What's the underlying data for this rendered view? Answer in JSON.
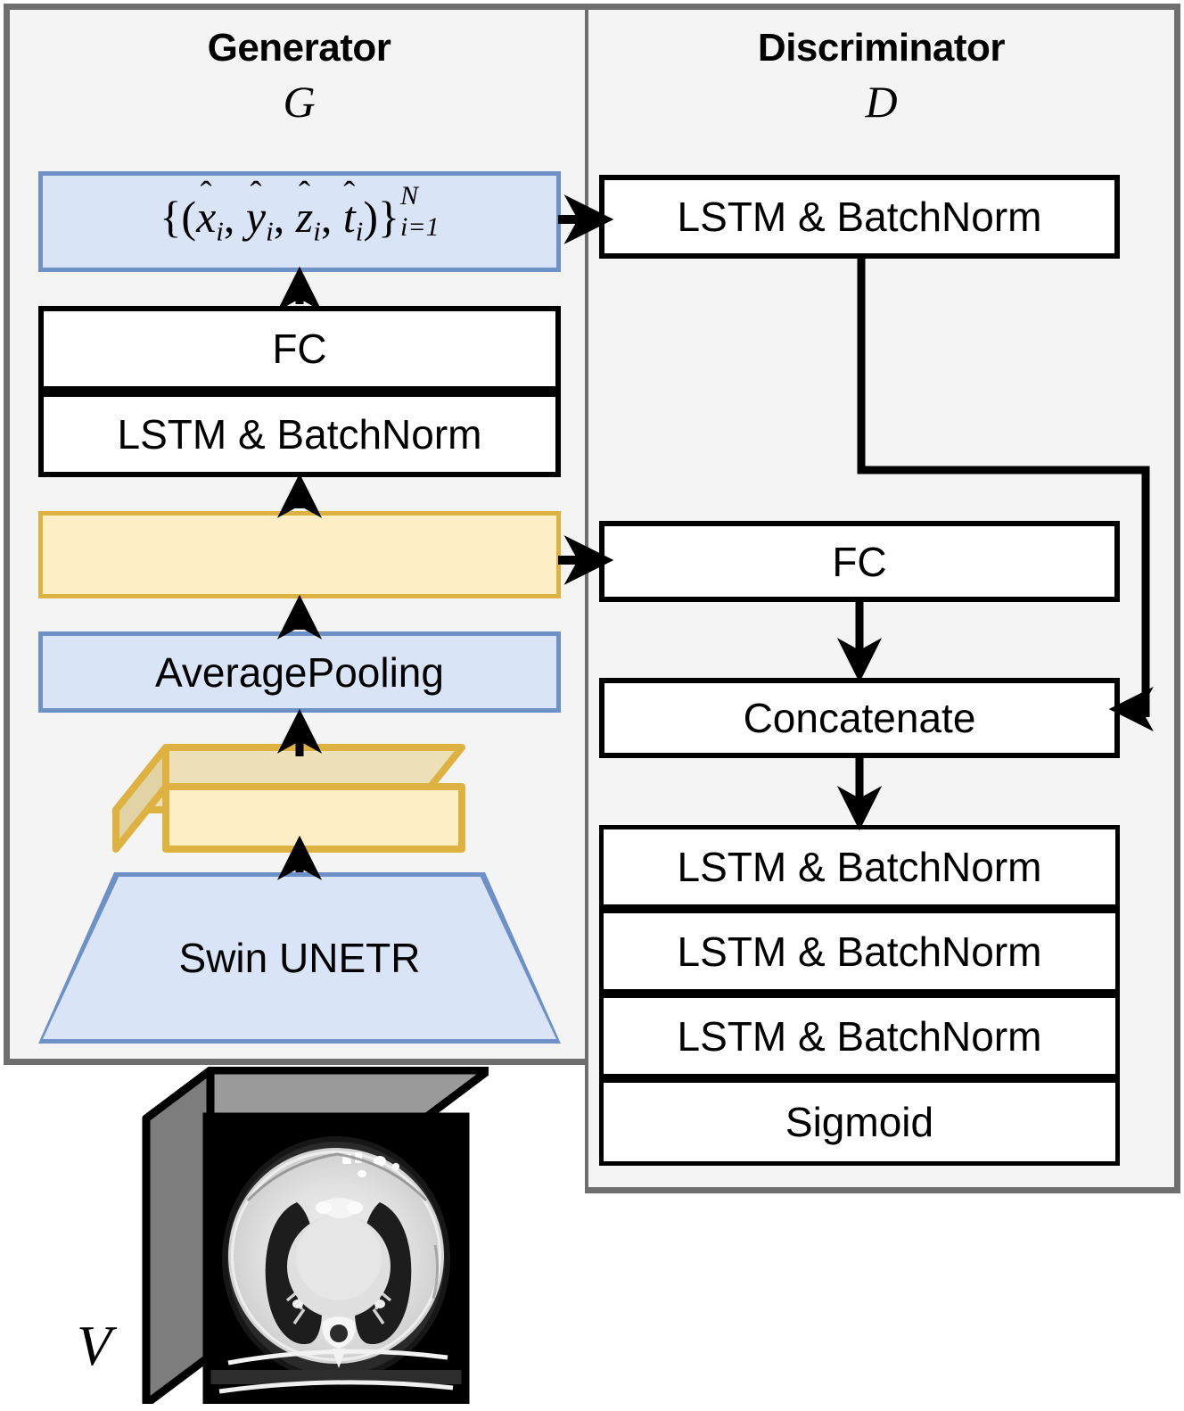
{
  "generator": {
    "title": "Generator",
    "symbol": "G",
    "output_box": {
      "label": "{(x̂i, ŷi, ẑi, t̂i)}N i=1",
      "parts": {
        "open": "{(",
        "x": "x",
        "y": "y",
        "z": "z",
        "t": "t",
        "close": ")}",
        "sup": "N",
        "sub": "i=1",
        "idx": "i",
        "hat": "^",
        "comma": ","
      }
    },
    "blocks": [
      {
        "name": "fc",
        "label": "FC",
        "style": "white"
      },
      {
        "name": "lstm-batchnorm",
        "label": "LSTM & BatchNorm",
        "style": "white"
      },
      {
        "name": "feature-bar",
        "label": "",
        "style": "yellow"
      },
      {
        "name": "average-pooling",
        "label": "AveragePooling",
        "style": "blue"
      },
      {
        "name": "feature-volume-slab",
        "label": "",
        "style": "yellow-3d"
      },
      {
        "name": "swin-unetr",
        "label": "Swin UNETR",
        "style": "blue-trapezoid"
      }
    ]
  },
  "discriminator": {
    "title": "Discriminator",
    "symbol": "D",
    "blocks": [
      {
        "name": "lstm-batchnorm-top",
        "label": "LSTM & BatchNorm"
      },
      {
        "name": "fc",
        "label": "FC"
      },
      {
        "name": "concatenate",
        "label": "Concatenate"
      },
      {
        "name": "lstm-batchnorm-1",
        "label": "LSTM & BatchNorm"
      },
      {
        "name": "lstm-batchnorm-2",
        "label": "LSTM & BatchNorm"
      },
      {
        "name": "lstm-batchnorm-3",
        "label": "LSTM & BatchNorm"
      },
      {
        "name": "sigmoid",
        "label": "Sigmoid"
      }
    ]
  },
  "input_volume": {
    "label": "V",
    "name": "ct-volume"
  },
  "colors": {
    "panel_fill": "#f4f4f4",
    "panel_border": "#6e6e6e",
    "blue_fill": "#d9e5f7",
    "blue_border": "#6d90c6",
    "yellow_fill": "#fdeec6",
    "yellow_border": "#ddb240",
    "yellow_top": "#ece0b8",
    "yellow_side": "#e0d0a0",
    "box_border": "#000000",
    "arrow": "#000000"
  }
}
